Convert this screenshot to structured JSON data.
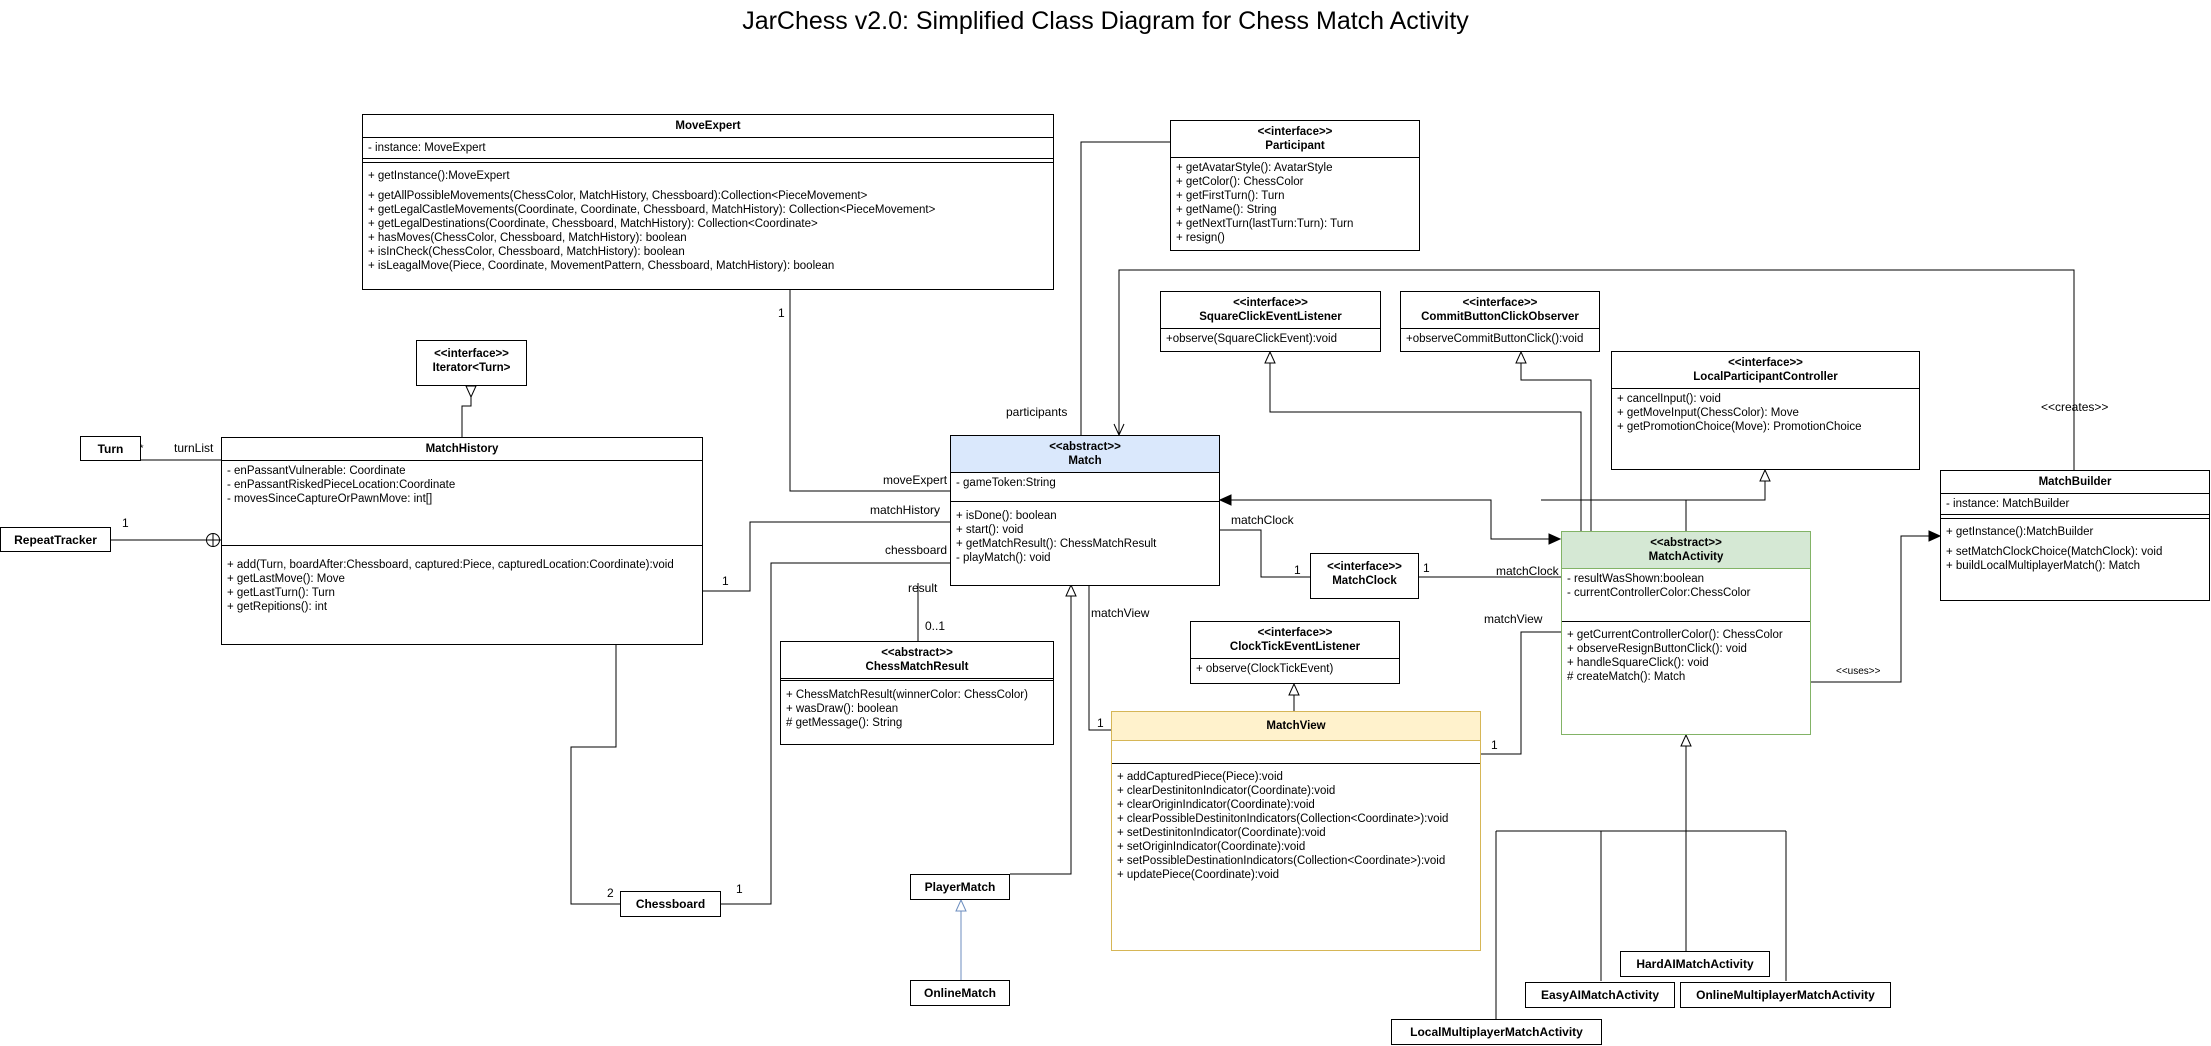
{
  "title": "JarChess v2.0: Simplified Class Diagram for Chess Match Activity",
  "classes": {
    "move_expert": {
      "name": "MoveExpert",
      "attributes": [
        "- instance: MoveExpert"
      ],
      "methods_a": [
        "+ getInstance():MoveExpert"
      ],
      "methods_b": [
        "+ getAllPossibleMovements(ChessColor, MatchHistory, Chessboard):Collection<PieceMovement>",
        "+ getLegalCastleMovements(Coordinate, Coordinate, Chessboard, MatchHistory): Collection<PieceMovement>",
        "+ getLegalDestinations(Coordinate, Chessboard, MatchHistory): Collection<Coordinate>",
        "+ hasMoves(ChessColor, Chessboard, MatchHistory): boolean",
        "+ isInCheck(ChessColor, Chessboard, MatchHistory): boolean",
        "+ isLeagalMove(Piece, Coordinate, MovementPattern, Chessboard, MatchHistory): boolean"
      ]
    },
    "participant": {
      "stereotype": "<<interface>>",
      "name": "Participant",
      "methods": [
        "+ getAvatarStyle(): AvatarStyle",
        "+ getColor(): ChessColor",
        "+ getFirstTurn(): Turn",
        "+ getName(): String",
        "+ getNextTurn(lastTurn:Turn): Turn",
        "+ resign()"
      ]
    },
    "iterator_turn": {
      "stereotype": "<<interface>>",
      "name": "Iterator<Turn>"
    },
    "turn": {
      "name": "Turn"
    },
    "repeat_tracker": {
      "name": "RepeatTracker"
    },
    "match_history": {
      "name": "MatchHistory",
      "attributes": [
        "- enPassantVulnerable: Coordinate",
        "- enPassantRiskedPieceLocation:Coordinate",
        "- movesSinceCaptureOrPawnMove: int[]"
      ],
      "methods": [
        "+  add(Turn, boardAfter:Chessboard, captured:Piece, capturedLocation:Coordinate):void",
        "+ getLastMove(): Move",
        "+ getLastTurn(): Turn",
        "+ getRepitions(): int"
      ]
    },
    "match": {
      "stereotype": "<<abstract>>",
      "name": "Match",
      "attributes": [
        "- gameToken:String"
      ],
      "methods": [
        "+ isDone(): boolean",
        "+ start(): void",
        "+ getMatchResult(): ChessMatchResult",
        "- playMatch(): void"
      ]
    },
    "chess_match_result": {
      "stereotype": "<<abstract>>",
      "name": "ChessMatchResult",
      "methods": [
        "+ ChessMatchResult(winnerColor: ChessColor)",
        "+ wasDraw(): boolean",
        "# getMessage(): String"
      ]
    },
    "square_click": {
      "stereotype": "<<interface>>",
      "name": "SquareClickEventListener",
      "methods": [
        "+observe(SquareClickEvent):void"
      ]
    },
    "commit_button": {
      "stereotype": "<<interface>>",
      "name": "CommitButtonClickObserver",
      "methods": [
        "+observeCommitButtonClick():void"
      ]
    },
    "local_participant_controller": {
      "stereotype": "<<interface>>",
      "name": "LocalParticipantController",
      "methods": [
        "+ cancelInput(): void",
        "+ getMoveInput(ChessColor): Move",
        "+ getPromotionChoice(Move): PromotionChoice"
      ]
    },
    "match_clock": {
      "stereotype": "<<interface>>",
      "name": "MatchClock"
    },
    "clock_tick": {
      "stereotype": "<<interface>>",
      "name": "ClockTickEventListener",
      "methods": [
        "+ observe(ClockTickEvent)"
      ]
    },
    "match_view": {
      "name": "MatchView",
      "methods": [
        "+ addCapturedPiece(Piece):void",
        "+ clearDestinitonIndicator(Coordinate):void",
        "+ clearOriginIndicator(Coordinate):void",
        "+ clearPossibleDestinitonIndicators(Collection<Coordinate>):void",
        "+ setDestinitonIndicator(Coordinate):void",
        "+ setOriginIndicator(Coordinate):void",
        "+ setPossibleDestinationIndicators(Collection<Coordinate>):void",
        "+ updatePiece(Coordinate):void"
      ]
    },
    "match_activity": {
      "stereotype": "<<abstract>>",
      "name": "MatchActivity",
      "attributes": [
        "- resultWasShown:boolean",
        "- currentControllerColor:ChessColor"
      ],
      "methods": [
        "+ getCurrentControllerColor(): ChessColor",
        "+ observeResignButtonClick(): void",
        "+ handleSquareClick(): void",
        "# createMatch(): Match"
      ]
    },
    "match_builder": {
      "name": "MatchBuilder",
      "attributes": [
        "- instance: MatchBuilder"
      ],
      "methods_a": [
        "+ getInstance():MatchBuilder"
      ],
      "methods_b": [
        "+ setMatchClockChoice(MatchClock): void",
        "+ buildLocalMultiplayerMatch(): Match"
      ]
    },
    "chessboard": {
      "name": "Chessboard"
    },
    "player_match": {
      "name": "PlayerMatch"
    },
    "online_match": {
      "name": "OnlineMatch"
    },
    "hard_ai": {
      "name": "HardAIMatchActivity"
    },
    "easy_ai": {
      "name": "EasyAIMatchActivity"
    },
    "online_multiplayer": {
      "name": "OnlineMultiplayerMatchActivity"
    },
    "local_multiplayer": {
      "name": "LocalMultiplayerMatchActivity"
    }
  },
  "labels": {
    "participants": "participants",
    "move_expert_role": "moveExpert",
    "match_history_role": "matchHistory",
    "chessboard_role": "chessboard",
    "result": "result",
    "result_mult": "0..1",
    "match_clock_role1": "matchClock",
    "match_clock_role2": "matchClock",
    "match_view_role1": "matchView",
    "match_view_role2": "matchView",
    "creates": "<<creates>>",
    "uses": "<<uses>>",
    "turn_list": "turnList",
    "star": "*",
    "one_repeat": "1",
    "one_move_expert": "1",
    "one_history": "1",
    "one_clock_a": "1",
    "one_clock_b": "1",
    "one_view_a": "1",
    "one_view_b": "1",
    "two_board": "2",
    "one_board": "1"
  }
}
